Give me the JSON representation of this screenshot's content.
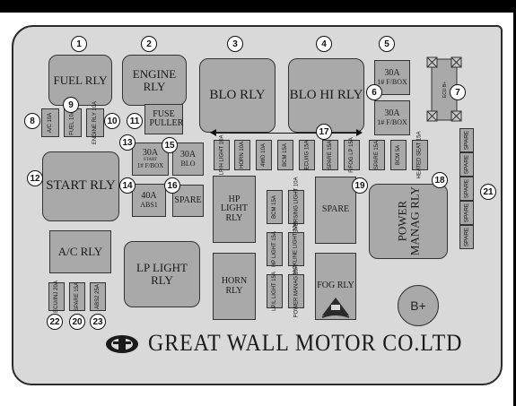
{
  "relays": {
    "fuel_rly": "FUEL RLY",
    "engine_rly": "ENGINE RLY",
    "blo_rly": "BLO RLY",
    "blo_hi_rly": "BLO HI RLY",
    "fuse_puller": "FUSE PULLER",
    "start_rly": "START RLY",
    "ac_rly": "A/C RLY",
    "lp_light_rly": "LP LIGHT RLY",
    "hp_light_rly": "HP LIGHT RLY",
    "horn_rly": "HORN RLY",
    "spare_center": "SPARE",
    "fog_rly": "FOG RLY",
    "power_manag_rly": "POWER MANAG RLY"
  },
  "maxi_fuses": {
    "f5_amp": "30A",
    "f5_label": "1# F/BOX",
    "f6_amp": "30A",
    "f6_label": "1# F/BOX",
    "f13_amp": "30A",
    "f13_sub": "START",
    "f13_label": "1# F/BOX",
    "f15_amp": "30A",
    "f15_label": "BLO",
    "f14_amp": "40A",
    "f14_label": "ABS1",
    "f16_label": "SPARE"
  },
  "mini_fuses": {
    "ac_10a": "A/C 10A",
    "fuel_10a": "FUEL 10A",
    "engine_rly": "ENGINE RLY 10A",
    "row17": [
      "LP/H LIGHT 10A",
      "HORN 10A",
      "4WD 10A",
      "BCM 15A",
      "ECU/IG 15A",
      "SPARE 15A",
      "F/FOG LP 15A",
      "SPARE 15A",
      "BCM 5A",
      "HEATED SEAT 15A"
    ],
    "col_left": [
      "BCM 15A",
      "HP LIGHT 15A",
      "LP/L LIGHT 15A"
    ],
    "col_right": [
      "REVERSING LIGHT 10A",
      "BACKLINE LIGHT 10A",
      "POWER MANAG 10A"
    ],
    "bottom": [
      "ECU/INJ 20A",
      "SPARE 15A",
      "ABS2 25A"
    ]
  },
  "spare_column": [
    "SPARE",
    "SPARE",
    "SPARE",
    "SPARE",
    "SPARE"
  ],
  "connector_label": "ECU B+",
  "callouts": [
    "1",
    "2",
    "3",
    "4",
    "5",
    "6",
    "7",
    "8",
    "9",
    "10",
    "11",
    "12",
    "13",
    "14",
    "15",
    "16",
    "17",
    "18",
    "19",
    "20",
    "21",
    "22",
    "23"
  ],
  "battery_label": "B+",
  "brand": "GREAT WALL MOTOR CO.LTD"
}
